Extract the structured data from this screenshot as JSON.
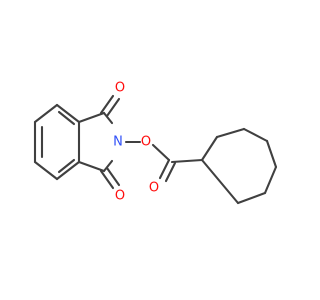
{
  "molecule": {
    "atoms": {
      "o_top": {
        "symbol": "O",
        "color": "#ff0d0d"
      },
      "n": {
        "symbol": "N",
        "color": "#3050f8"
      },
      "o_link": {
        "symbol": "O",
        "color": "#ff0d0d"
      },
      "o_bottom": {
        "symbol": "O",
        "color": "#ff0d0d"
      },
      "o_ester": {
        "symbol": "O",
        "color": "#ff0d0d"
      }
    },
    "bond_color": "#404040",
    "background": "#ffffff"
  }
}
